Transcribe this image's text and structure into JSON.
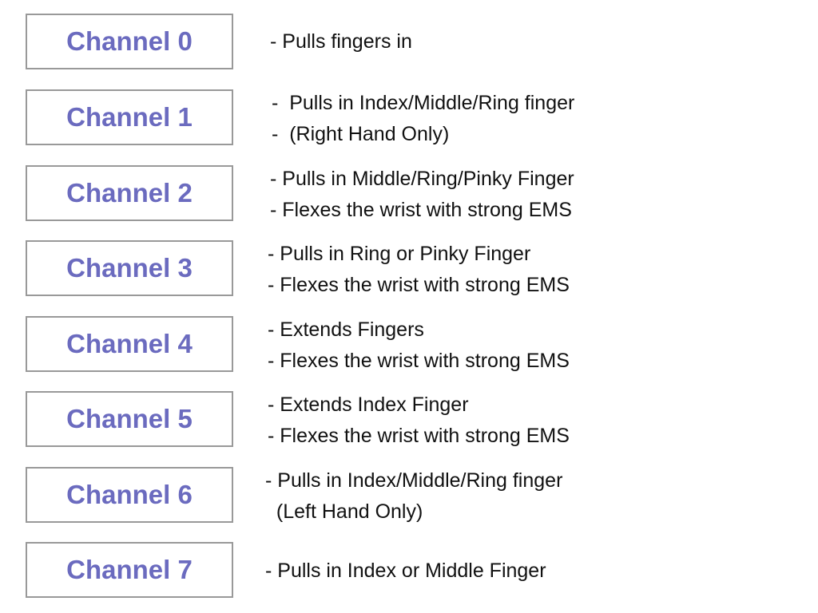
{
  "channels": [
    {
      "label": "Channel 0",
      "lines": [
        "- Pulls fingers in"
      ]
    },
    {
      "label": "Channel 1",
      "lines": [
        "-  Pulls in Index/Middle/Ring finger",
        "-  (Right Hand Only)"
      ]
    },
    {
      "label": "Channel 2",
      "lines": [
        "- Pulls in Middle/Ring/Pinky Finger",
        "- Flexes the wrist with strong EMS"
      ]
    },
    {
      "label": "Channel 3",
      "lines": [
        "- Pulls in Ring or Pinky Finger",
        "- Flexes the wrist with strong EMS"
      ]
    },
    {
      "label": "Channel 4",
      "lines": [
        "- Extends Fingers",
        "- Flexes the wrist with strong EMS"
      ]
    },
    {
      "label": "Channel 5",
      "lines": [
        "- Extends Index Finger",
        "- Flexes the wrist with strong EMS"
      ]
    },
    {
      "label": "Channel 6",
      "lines": [
        "- Pulls in Index/Middle/Ring finger",
        "  (Left Hand Only)"
      ]
    },
    {
      "label": "Channel 7",
      "lines": [
        "- Pulls in Index or Middle Finger"
      ]
    }
  ],
  "colors": {
    "channel_text": "#6b6bbf",
    "box_border": "#999999",
    "description_text": "#111111"
  }
}
